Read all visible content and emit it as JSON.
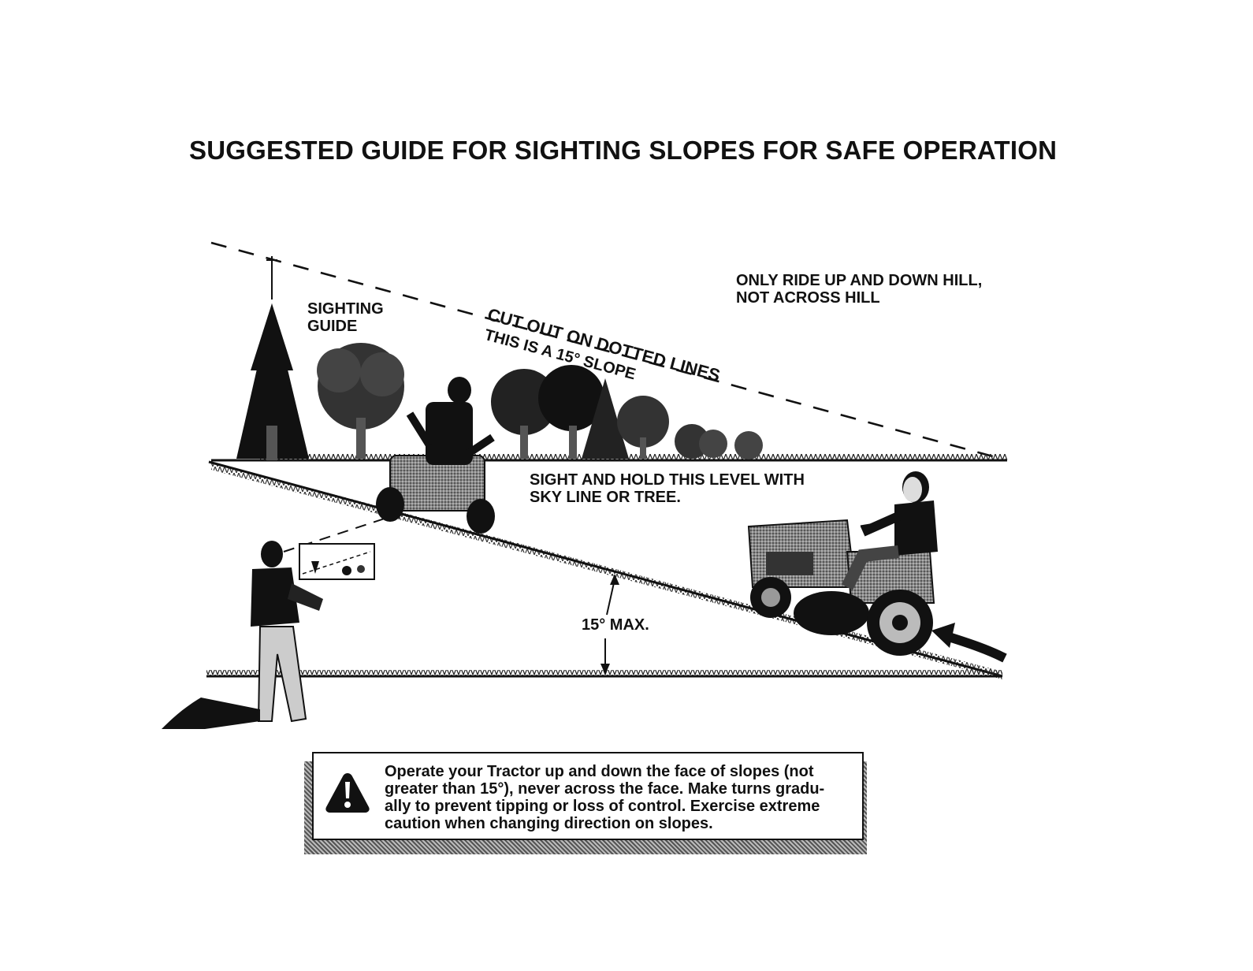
{
  "title": "SUGGESTED GUIDE FOR SIGHTING SLOPES FOR SAFE OPERATION",
  "labels": {
    "sighting_guide_1": "SIGHTING",
    "sighting_guide_2": "GUIDE",
    "cut_out": "CUT OUT ON DOTTED LINES",
    "this_is_slope": "THIS IS A 15° SLOPE",
    "only_ride_1": "ONLY RIDE UP AND DOWN HILL,",
    "only_ride_2": "NOT ACROSS HILL",
    "sight_hold_1": "SIGHT AND HOLD THIS LEVEL WITH",
    "sight_hold_2": "SKY LINE OR TREE.",
    "max_angle": "15° MAX."
  },
  "warning": {
    "icon": "warning-triangle-icon",
    "lines": [
      "Operate your Tractor up and down the face of slopes (not",
      "greater than 15°), never across the face. Make turns gradu-",
      "ally to prevent tipping or loss of control. Exercise extreme",
      "caution when changing direction on slopes."
    ]
  }
}
